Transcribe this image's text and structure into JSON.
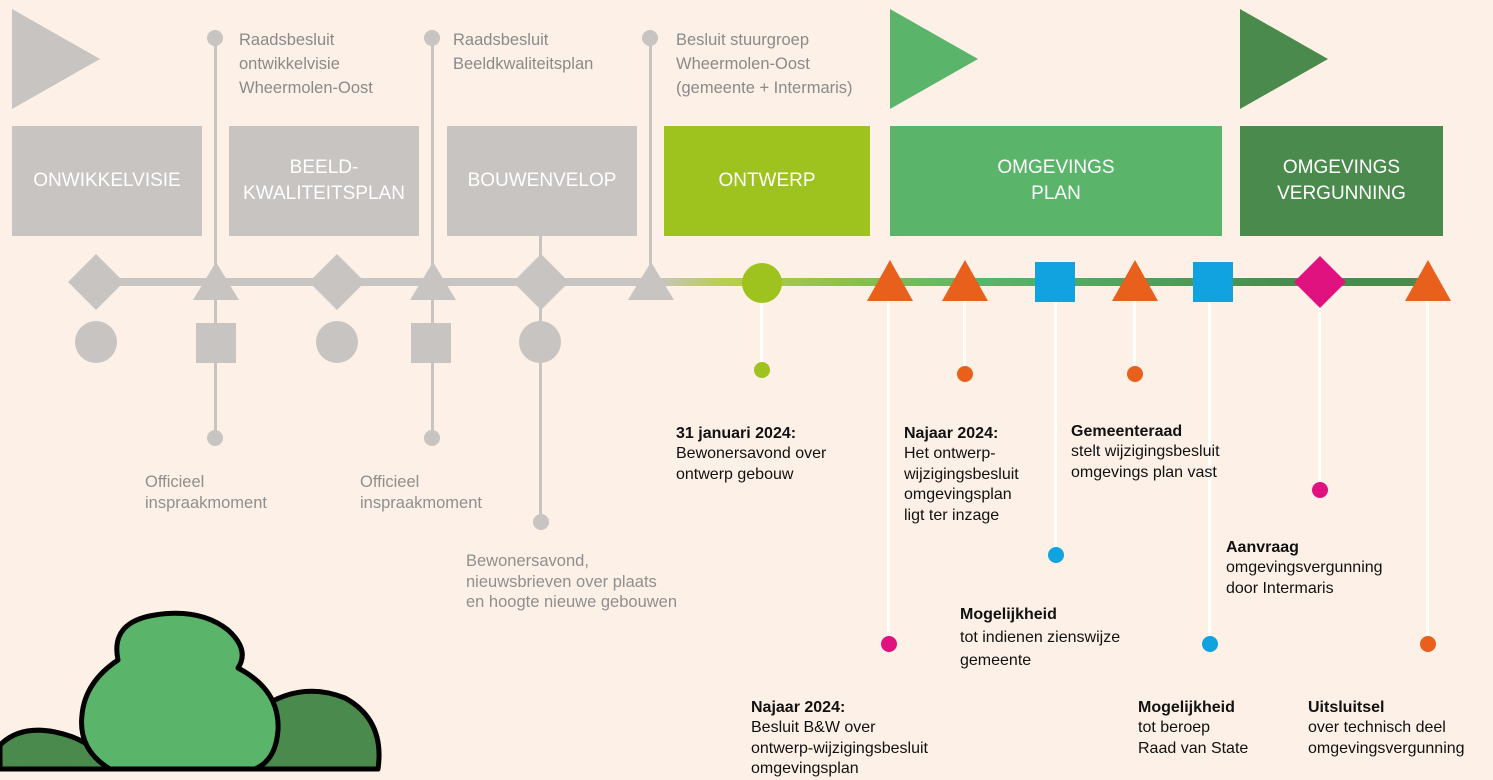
{
  "colors": {
    "background": "#fdf0e7",
    "gray": "#c8c4c1",
    "gray_text": "#8a8a8a",
    "lime": "#9ec21e",
    "green_light": "#5ab56b",
    "green_dark": "#4a8a4c",
    "orange": "#e8601c",
    "blue": "#10a3e0",
    "magenta": "#e0127f"
  },
  "phases": [
    {
      "label": "ONWIKKELVISIE",
      "color": "gray"
    },
    {
      "label": "BEELD-\nKWALITEITSPLAN",
      "color": "gray"
    },
    {
      "label": "BOUWENVELOP",
      "color": "gray"
    },
    {
      "label": "ONTWERP",
      "color": "lime"
    },
    {
      "label": "OMGEVINGS\nPLAN",
      "color": "green_light"
    },
    {
      "label": "OMGEVINGS\nVERGUNNING",
      "color": "green_dark"
    }
  ],
  "top_labels": [
    {
      "text": "Raadsbesluit\nontwikkelvisie\nWheermolen-Oost"
    },
    {
      "text": "Raadsbesluit\nBeeldkwaliteitsplan"
    },
    {
      "text": "Besluit stuurgroep\nWheermolen-Oost\n(gemeente + Intermaris)"
    }
  ],
  "gray_notes": [
    {
      "text": "Officieel\ninspraakmoment"
    },
    {
      "text": "Officieel\ninspraakmoment"
    },
    {
      "text": "Bewonersavond,\nnieuwsbrieven over plaats\nen hoogte nieuwe gebouwen"
    }
  ],
  "events": [
    {
      "title": "31 januari 2024:",
      "text": "Bewonersavond over\nontwerp gebouw"
    },
    {
      "title": "Najaar 2024:",
      "text": "Het ontwerp-\nwijzigingsbesluit\nomgevingsplan\nligt ter inzage"
    },
    {
      "title": "Gemeenteraad",
      "text": "stelt wijzigingsbesluit\nomgevings plan vast"
    },
    {
      "title": "Mogelijkheid",
      "text": "tot indienen zienswijze\ngemeente"
    },
    {
      "title": "Aanvraag",
      "text": "omgevingsvergunning\ndoor Intermaris"
    },
    {
      "title": "Najaar 2024:",
      "text": "Besluit B&W over\nontwerp-wijzigingsbesluit\nomgevingsplan"
    },
    {
      "title": "Mogelijkheid",
      "text": "tot beroep\nRaad van State"
    },
    {
      "title": "Uitsluitsel",
      "text": "over technisch deel\nomgevingsvergunning"
    }
  ]
}
